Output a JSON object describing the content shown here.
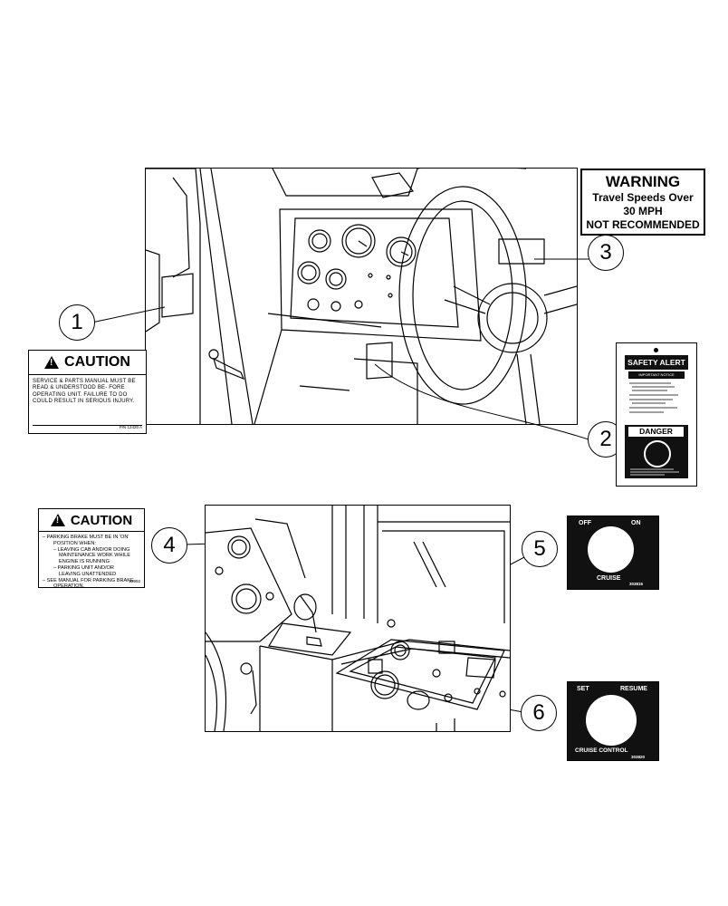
{
  "callouts": {
    "c1": "1",
    "c2": "2",
    "c3": "3",
    "c4": "4",
    "c5": "5",
    "c6": "6"
  },
  "warning_decal": {
    "title": "WARNING",
    "line1": "Travel Speeds Over",
    "line2": "30 MPH",
    "line3": "NOT RECOMMENDED"
  },
  "caution_decal_1": {
    "title": "CAUTION",
    "body": "SERVICE & PARTS MANUAL MUST BE READ & UNDERSTOOD BE- FORE OPERATING UNIT. FAILURE TO DO COULD RESULT IN SERIOUS INJURY.",
    "part_no": "P/N 12420 A"
  },
  "caution_decal_2": {
    "title": "CAUTION",
    "line1": "– PARKING BRAKE MUST BE IN 'ON'",
    "line2": "POSITION WHEN:",
    "line3": "– LEAVING CAB AND/OR DOING",
    "line4": "MAINTENANCE WORK WHILE",
    "line5": "ENGINE IS RUNNING",
    "line6": "– PARKING UNIT AND/OR",
    "line7": "LEAVING UNATTENDED",
    "line8": "– SEE MANUAL FOR PARKING BRAKE",
    "line9": "OPERATION.",
    "part_no": "23992"
  },
  "safety_tag": {
    "header": "SAFETY ALERT",
    "subheader": "IMPORTANT NOTICE",
    "danger": "DANGER"
  },
  "cruise_plate": {
    "off": "OFF",
    "on": "ON",
    "label": "CRUISE",
    "part_no": "303816"
  },
  "cruise_control_plate": {
    "set": "SET",
    "resume": "RESUME",
    "label": "CRUISE CONTROL",
    "part_no": "303820"
  }
}
